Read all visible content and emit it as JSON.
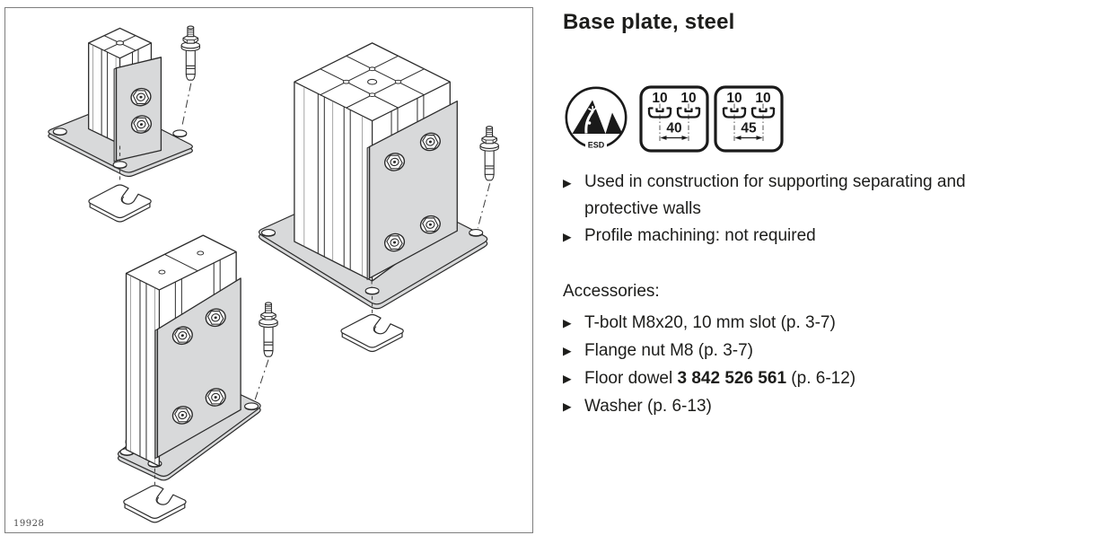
{
  "figure": {
    "number": "19928"
  },
  "content": {
    "title": "Base plate, steel",
    "bullet_char": "▶",
    "bullets": [
      "Used in construction for supporting separating and protective walls",
      "Profile machining: not required"
    ],
    "accessories_label": "Accessories:",
    "accessories": [
      {
        "pre": "T-bolt M8x20, 10 mm slot (p. 3-7)",
        "bold": "",
        "post": ""
      },
      {
        "pre": "Flange nut M8 (p. 3-7)",
        "bold": "",
        "post": ""
      },
      {
        "pre": "Floor dowel ",
        "bold": "3 842 526 561",
        "post": " (p. 6-12)"
      },
      {
        "pre": "Washer (p. 6-13)",
        "bold": "",
        "post": ""
      }
    ],
    "esd_icon": {
      "label": "ESD"
    },
    "slot_icons": [
      {
        "slot_left": "10",
        "slot_right": "10",
        "width": "40"
      },
      {
        "slot_left": "10",
        "slot_right": "10",
        "width": "45"
      }
    ],
    "colors": {
      "plate_gray": "#d8d9da",
      "line": "#2b2b2b",
      "text": "#1d1d1b"
    }
  }
}
